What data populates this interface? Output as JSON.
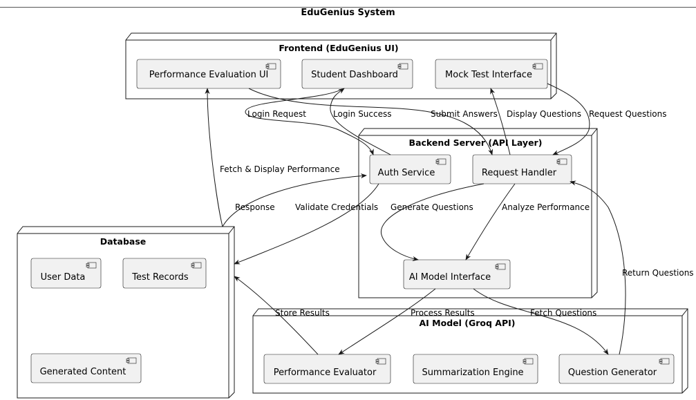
{
  "title": "EduGenius System",
  "nodes": {
    "frontend": {
      "title": "Frontend (EduGenius UI)",
      "components": [
        "Performance Evaluation UI",
        "Student Dashboard",
        "Mock Test Interface"
      ]
    },
    "backend": {
      "title": "Backend Server (API Layer)",
      "components": [
        "Auth Service",
        "Request Handler",
        "AI Model Interface"
      ]
    },
    "database": {
      "title": "Database",
      "components": [
        "User Data",
        "Test Records",
        "Generated Content"
      ]
    },
    "ai_model": {
      "title": "AI Model (Groq API)",
      "components": [
        "Performance Evaluator",
        "Summarization Engine",
        "Question Generator"
      ]
    }
  },
  "edges": {
    "login_request": "Login Request",
    "login_success": "Login Success",
    "submit_answers": "Submit Answers",
    "display_questions": "Display Questions",
    "request_questions": "Request Questions",
    "fetch_display_performance": "Fetch & Display Performance",
    "response": "Response",
    "validate_credentials": "Validate Credentials",
    "generate_questions": "Generate Questions",
    "analyze_performance": "Analyze Performance",
    "return_questions": "Return Questions",
    "store_results": "Store Results",
    "process_results": "Process Results",
    "fetch_questions": "Fetch Questions"
  }
}
